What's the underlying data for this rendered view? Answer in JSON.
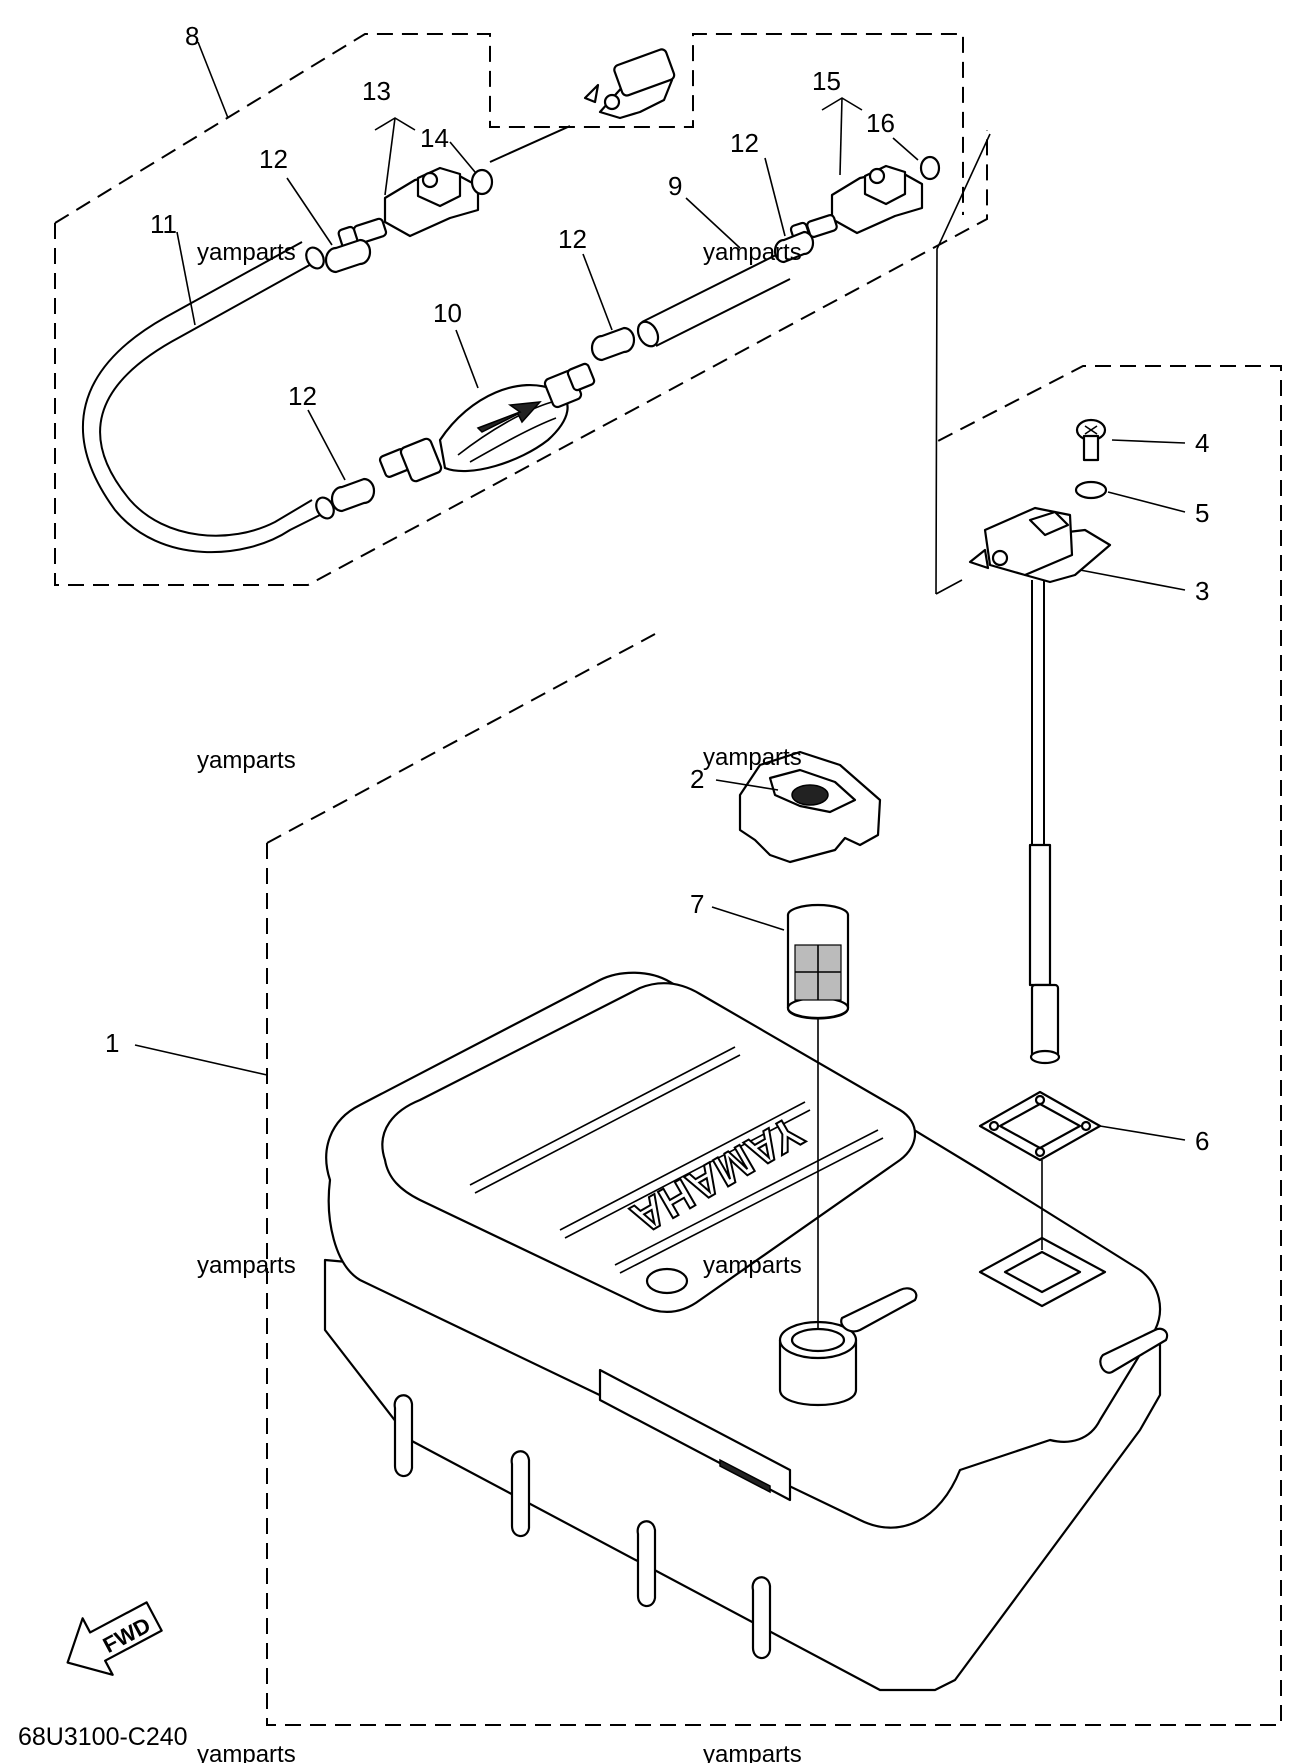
{
  "diagram": {
    "drawing_code": "68U3100-C240",
    "fwd_label": "FWD",
    "brand_embossing": "YAMAHA",
    "watermark_text": "yamparts",
    "callouts": [
      "1",
      "2",
      "3",
      "4",
      "5",
      "6",
      "7",
      "8",
      "9",
      "10",
      "11",
      "12",
      "13",
      "14",
      "15",
      "16"
    ]
  }
}
